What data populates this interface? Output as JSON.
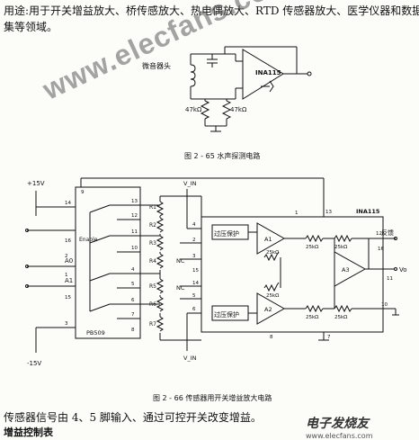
{
  "usage_line1": "用途:用于开关增益放大、桥传感放大、热电偶放大、RTD 传感器放大、医学仪器和数据采",
  "usage_line2": "集等领域。",
  "fig1": {
    "caption": "图 2 - 65   水声探测电路",
    "sensor_label": "微音器头",
    "chip": "INA115",
    "r1": "47kΩ",
    "r2": "47kΩ"
  },
  "fig2": {
    "caption": "图 2 - 66   传感器用开关增益放大电路",
    "vplus": "+15V",
    "vminus": "-15V",
    "switch_chip": "PB509",
    "enable": "Enable",
    "a0": "A0",
    "a1": "A1",
    "r_labels": [
      "R1",
      "R2",
      "R3",
      "R4",
      "R5",
      "R6",
      "R7"
    ],
    "chip": "INA115",
    "vin_top": "V_IN",
    "vin_bottom": "V_IN",
    "nc1": "NC",
    "nc2": "NC",
    "prot1": "过压保护",
    "prot2": "过压保护",
    "amp1": "A1",
    "amp2": "A2",
    "amp3": "A3",
    "r25k": [
      "25kΩ",
      "25kΩ",
      "25kΩ",
      "25kΩ",
      "25kΩ",
      "25kΩ"
    ],
    "feedback": "反馈",
    "vo": "Vo",
    "pins_left": [
      "9",
      "14",
      "13",
      "12",
      "11",
      "10",
      "16",
      "15",
      "3",
      "4",
      "5",
      "6",
      "7",
      "8",
      "1",
      "2"
    ],
    "pins_ina": [
      "1",
      "4",
      "2",
      "3",
      "13",
      "5",
      "6",
      "8",
      "7",
      "14",
      "15",
      "16",
      "12",
      "11",
      "10"
    ]
  },
  "para": "传感器信号由 4、5 脚输入、通过可控开关改变增益。",
  "subheading": "增益控制表",
  "watermark": "www.elecfans.com",
  "logo_cn": "电子发烧友",
  "logo_en": "www.elecfans.com"
}
